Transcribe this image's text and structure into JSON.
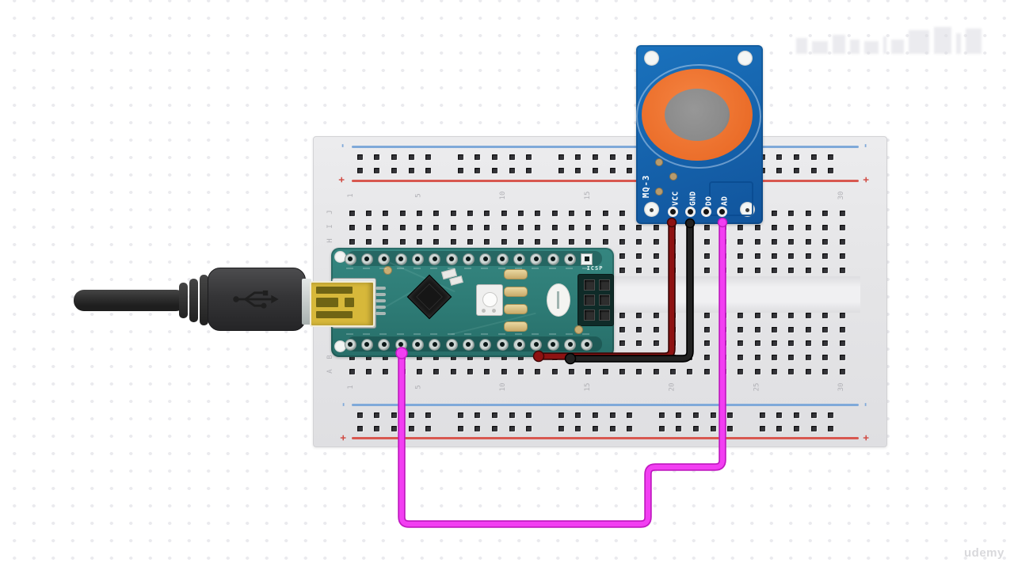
{
  "breadboard": {
    "column_numbers": [
      "1",
      "5",
      "10",
      "15",
      "20",
      "25",
      "30"
    ],
    "row_letters_top": [
      "J",
      "I",
      "H"
    ],
    "row_letters_bottom": [
      "B",
      "A"
    ],
    "rail_plus_label": "+",
    "rail_minus_label": "-",
    "colors": {
      "body": "#e6e6e8",
      "positive_rail": "#d85850",
      "negative_rail": "#7fa9d9",
      "hole": "#343438"
    }
  },
  "arduino_nano": {
    "icsp_label": "ICSP",
    "colors": {
      "pcb": "#2f7d78",
      "chip": "#161616",
      "usb_plug_gold": "#d7b83a"
    }
  },
  "mq3_sensor": {
    "model_label": "MQ-3",
    "pin_labels": [
      "VCC",
      "GND",
      "DO",
      "AD"
    ],
    "colors": {
      "pcb": "#1465ad",
      "heater_ring": "#ee7231",
      "sensor_mesh": "#8d8d8d"
    }
  },
  "wires": [
    {
      "name": "sensor-vcc-wire",
      "sensor_pin": "VCC",
      "color": "#8e1212"
    },
    {
      "name": "sensor-gnd-wire",
      "sensor_pin": "GND",
      "color": "#222222"
    },
    {
      "name": "sensor-analog-wire",
      "sensor_pin": "AD",
      "color": "#f23ef2"
    }
  ],
  "watermarks": {
    "bottom_right": "udemy"
  }
}
